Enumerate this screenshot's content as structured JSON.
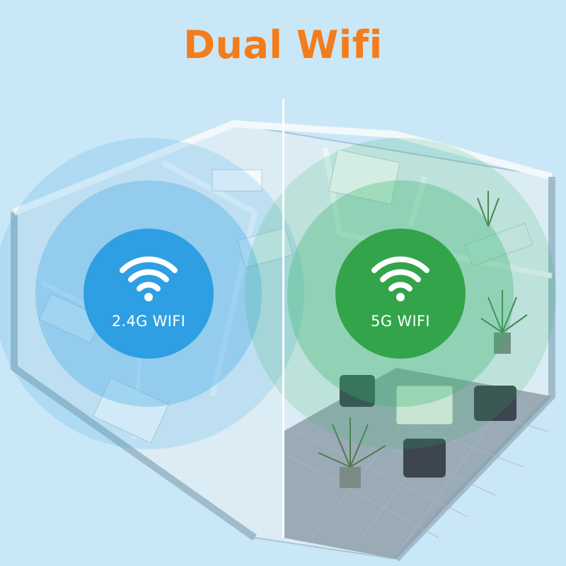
{
  "title": "Dual Wifi",
  "bands": [
    {
      "label": "2.4G WIFI",
      "icon": "wifi-icon",
      "color": "#2f9fe3"
    },
    {
      "label": "5G WIFI",
      "icon": "wifi-icon",
      "color": "#33a44a"
    }
  ],
  "colors": {
    "title": "#f47c1a",
    "background": "#c9e7f7",
    "coverage_24": "#3aa6e6",
    "coverage_5": "#34b36a"
  }
}
